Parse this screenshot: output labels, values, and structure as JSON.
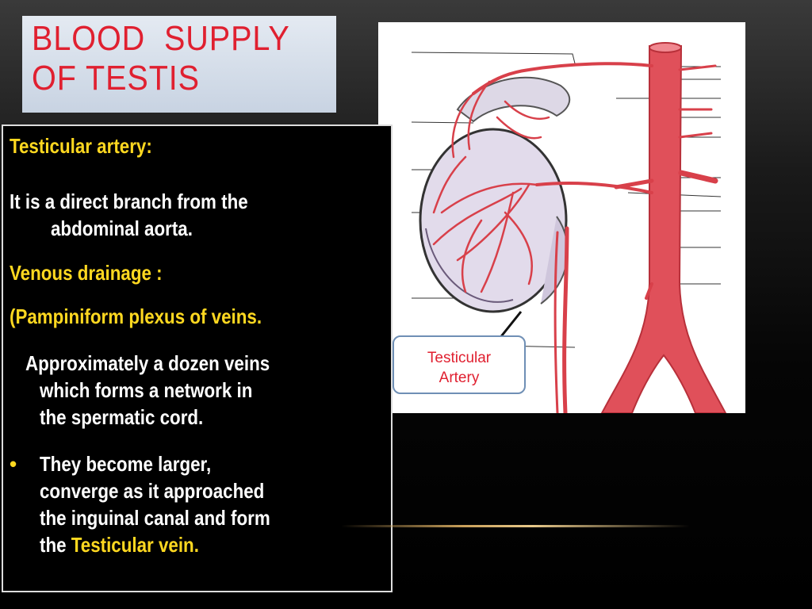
{
  "title": {
    "line1": "BLOOD  SUPPLY",
    "line2": "OF TESTIS"
  },
  "content": {
    "heading_artery": "Testicular artery:",
    "artery_text_1": "It is a direct branch from  the",
    "artery_text_2": "abdominal aorta.",
    "heading_venous": "Venous drainage :",
    "pampiniform": "(Pampiniform plexus  of veins.",
    "dozen_1": "Approximately a dozen veins",
    "dozen_2": "which  forms a network  in",
    "dozen_3": "the spermatic cord.",
    "bullet_marker": "•",
    "bullet_1": "They become larger,",
    "bullet_2": "converge as it approached",
    "bullet_3": "the inguinal canal and form",
    "bullet_4_prefix": "the ",
    "bullet_4_highlight": "Testicular vein."
  },
  "callout": {
    "line1": "Testicular",
    "line2": "Artery"
  },
  "colors": {
    "title_red": "#e02030",
    "highlight_yellow": "#ffd820",
    "artery_red": "#e0505a",
    "callout_border": "#6f8fb5"
  }
}
